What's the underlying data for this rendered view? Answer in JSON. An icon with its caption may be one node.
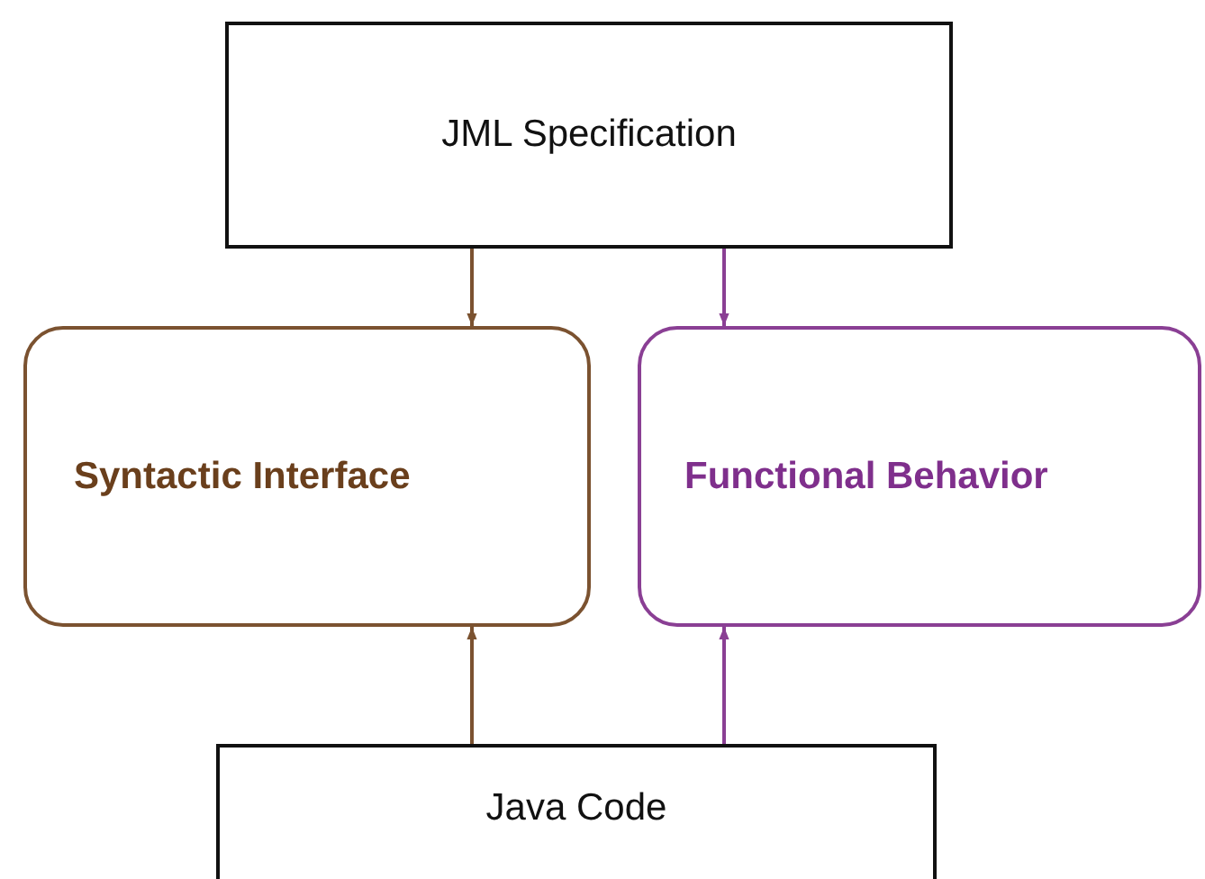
{
  "diagram": {
    "nodes": [
      {
        "text": [
          "JML Specification"
        ]
      },
      {
        "text": [
          "Syntactic Interface"
        ]
      },
      {
        "text": [
          "Functional Behavior"
        ]
      },
      {
        "text": [
          "Java Code"
        ]
      }
    ],
    "edges": [
      {
        "from": 0,
        "to": 1,
        "arrow": "to",
        "color": "#7b5230"
      },
      {
        "from": 0,
        "to": 2,
        "arrow": "to",
        "color": "#8a3f94"
      },
      {
        "from": 3,
        "to": 1,
        "arrow": "to",
        "color": "#7b5230"
      },
      {
        "from": 3,
        "to": 2,
        "arrow": "to",
        "color": "#8a3f94"
      }
    ]
  }
}
